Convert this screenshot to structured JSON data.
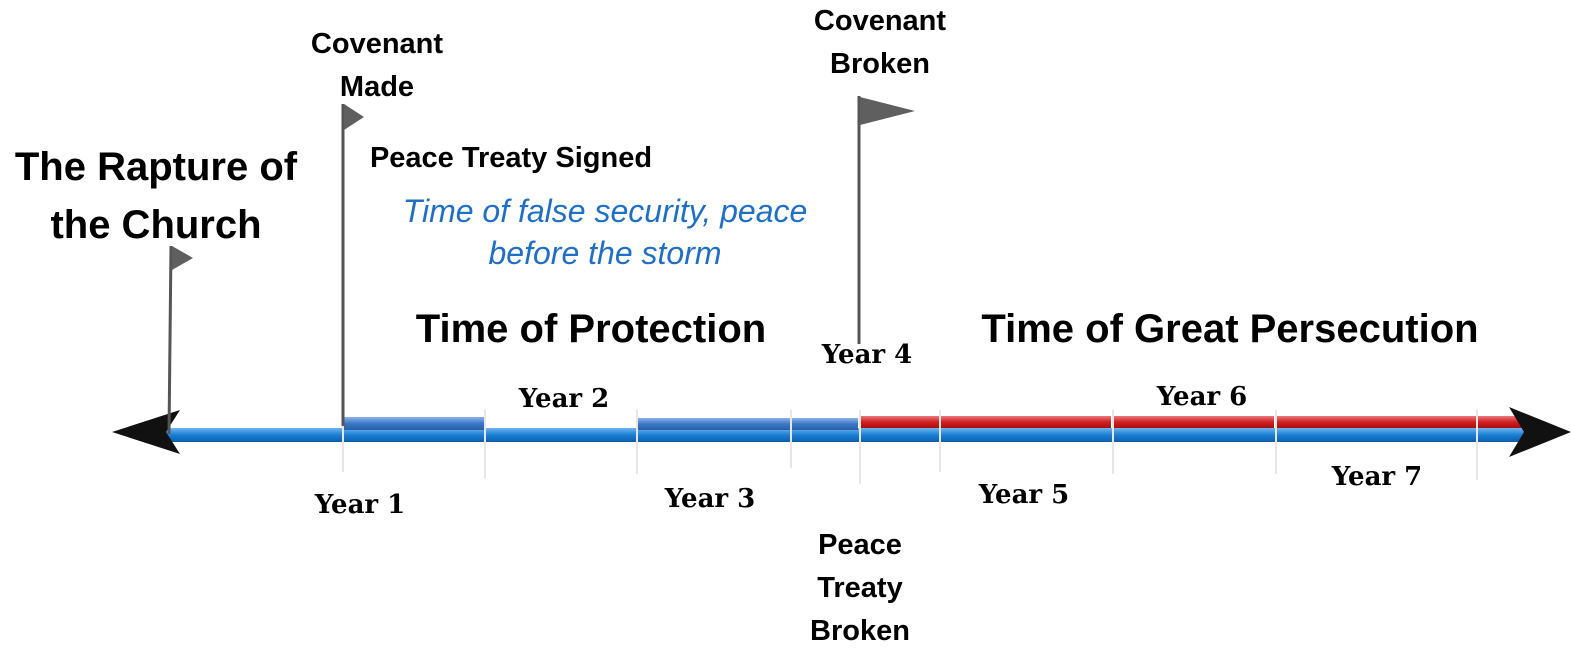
{
  "headings": {
    "rapture": "The Rapture of\nthe Church",
    "protection": "Time of Protection",
    "persecution": "Time of Great Persecution"
  },
  "markers": {
    "covenant_made": "Covenant\nMade",
    "covenant_broken": "Covenant\nBroken",
    "peace_signed": "Peace Treaty Signed",
    "false_security": "Time of false security, peace\nbefore the storm",
    "peace_broken": "Peace\nTreaty\nBroken"
  },
  "years": {
    "y1": "Year 1",
    "y2": "Year 2",
    "y3": "Year 3",
    "y4": "Year 4",
    "y5": "Year 5",
    "y6": "Year 6",
    "y7": "Year 7"
  },
  "colors": {
    "timeline_blue": "#1a7fd4",
    "protection_blue": "#3a78c8",
    "persecution_red": "#d21f1f",
    "flag_gray": "#5f5f5f",
    "arrow": "#111111",
    "italic_blue": "#1f6fc6"
  }
}
